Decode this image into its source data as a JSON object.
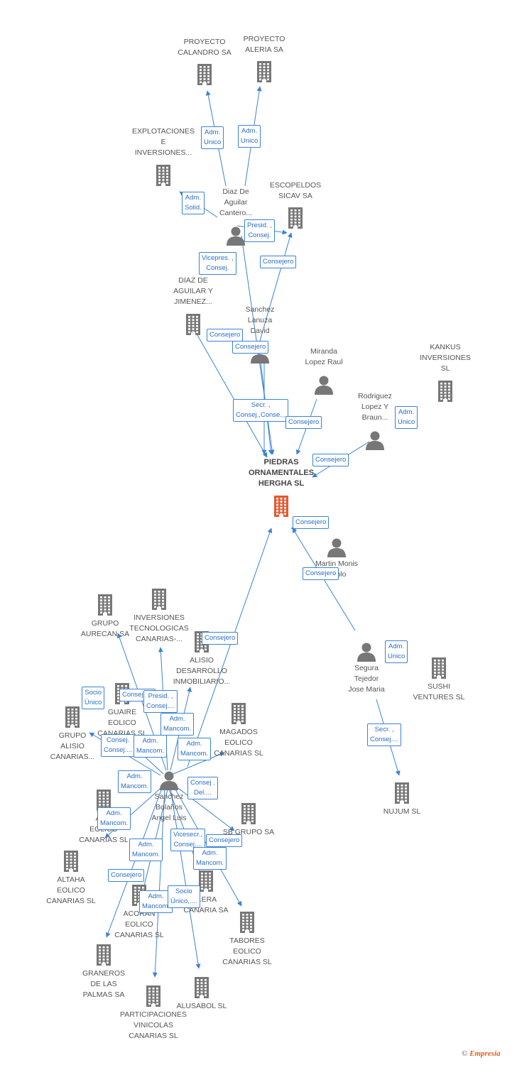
{
  "colors": {
    "building": "#777777",
    "main_building": "#e8582c",
    "person": "#777777",
    "edge": "#3b83d3",
    "tag_text": "#2a6ec2"
  },
  "brand": {
    "copyright": "©",
    "name": "Empresia"
  },
  "companies": [
    {
      "id": "main",
      "lines": [
        "PIEDRAS",
        "ORNAMENTALES",
        "HERGHA SL"
      ],
      "main": true,
      "icon": "building-icon"
    },
    {
      "id": "calandro",
      "lines": [
        "PROYECTO",
        "CALANDRO SA"
      ],
      "icon": "building-icon"
    },
    {
      "id": "aleria",
      "lines": [
        "PROYECTO",
        "ALERIA SA"
      ],
      "icon": "building-icon"
    },
    {
      "id": "explotaciones",
      "lines": [
        "EXPLOTACIONES",
        "E",
        "INVERSIONES..."
      ],
      "icon": "building-icon"
    },
    {
      "id": "escopeldos",
      "lines": [
        "ESCOPELDOS",
        "SICAV SA"
      ],
      "icon": "building-icon"
    },
    {
      "id": "diazjimenez",
      "lines": [
        "DIAZ DE",
        "AGUILAR Y",
        "JIMENEZ..."
      ],
      "icon": "building-icon"
    },
    {
      "id": "kankus",
      "lines": [
        "KANKUS",
        "INVERSIONES",
        "SL"
      ],
      "icon": "building-icon"
    },
    {
      "id": "aurecan",
      "lines": [
        "GRUPO",
        "AURECAN SA"
      ],
      "icon": "building-icon"
    },
    {
      "id": "tecnologicas",
      "lines": [
        "INVERSIONES",
        "TECNOLOGICAS",
        "CANARIAS-..."
      ],
      "icon": "building-icon"
    },
    {
      "id": "alisiodes",
      "lines": [
        "ALISIO",
        "DESARROLLO",
        "INMOBILIARIO..."
      ],
      "icon": "building-icon"
    },
    {
      "id": "guaire",
      "lines": [
        "GUAIRE",
        "EOLICO",
        "CANARIAS SL"
      ],
      "icon": "building-icon"
    },
    {
      "id": "grupoalisio",
      "lines": [
        "GRUPO",
        "ALISIO",
        "CANARIAS..."
      ],
      "icon": "building-icon"
    },
    {
      "id": "magados",
      "lines": [
        "MAGADOS",
        "EOLICO",
        "CANARIAS SL"
      ],
      "icon": "building-icon"
    },
    {
      "id": "abeolico",
      "lines": [
        "AB...",
        "EOLICO",
        "CANARIAS SL"
      ],
      "icon": "building-icon"
    },
    {
      "id": "sbgrupo",
      "lines": [
        "SB GRUPO SA"
      ],
      "icon": "building-icon"
    },
    {
      "id": "altaha",
      "lines": [
        "ALTAHA",
        "EOLICO",
        "CANARIAS SL"
      ],
      "icon": "building-icon"
    },
    {
      "id": "acoran",
      "lines": [
        "ACORAN",
        "EOLICO",
        "CANARIAS SL"
      ],
      "icon": "building-icon"
    },
    {
      "id": "era",
      "lines": [
        "...ERA",
        "CANARIA SA"
      ],
      "icon": "building-icon"
    },
    {
      "id": "tabores",
      "lines": [
        "TABORES",
        "EOLICO",
        "CANARIAS SL"
      ],
      "icon": "building-icon"
    },
    {
      "id": "graneros",
      "lines": [
        "GRANEROS",
        "DE LAS",
        "PALMAS SA"
      ],
      "icon": "building-icon"
    },
    {
      "id": "participaciones",
      "lines": [
        "PARTICIPACIONES",
        "VINICOLAS",
        "CANARIAS SL"
      ],
      "icon": "building-icon"
    },
    {
      "id": "alusabol",
      "lines": [
        "ALUSABOL SL"
      ],
      "icon": "building-icon"
    },
    {
      "id": "sushi",
      "lines": [
        "SUSHI",
        "VENTURES SL"
      ],
      "icon": "building-icon"
    },
    {
      "id": "nujum",
      "lines": [
        "NUJUM SL"
      ],
      "icon": "building-icon"
    }
  ],
  "people": [
    {
      "id": "diazcantero",
      "lines": [
        "Diaz De",
        "Aguilar",
        "Cantero..."
      ],
      "icon": "person-icon"
    },
    {
      "id": "sanchezlanuza",
      "lines": [
        "Sanchez",
        "Lanuza",
        "David"
      ],
      "icon": "person-icon"
    },
    {
      "id": "miranda",
      "lines": [
        "Miranda",
        "Lopez Raul"
      ],
      "icon": "person-icon"
    },
    {
      "id": "rodriguez",
      "lines": [
        "Rodriguez",
        "Lopez Y",
        "Braun..."
      ],
      "icon": "person-icon"
    },
    {
      "id": "martin",
      "lines": [
        "Martin Monis",
        "Pablo"
      ],
      "icon": "person-icon"
    },
    {
      "id": "segura",
      "lines": [
        "Segura",
        "Tejedor",
        "Jose Maria"
      ],
      "icon": "person-icon"
    },
    {
      "id": "sanchezbolanos",
      "lines": [
        "Sanchez",
        "Bolaños",
        "Angel Luis"
      ],
      "icon": "person-icon"
    }
  ],
  "relations": [
    {
      "id": "r1",
      "lines": [
        "Adm.",
        "Unico"
      ]
    },
    {
      "id": "r2",
      "lines": [
        "Adm.",
        "Unico"
      ]
    },
    {
      "id": "r3",
      "lines": [
        "Adm.",
        "Solid."
      ]
    },
    {
      "id": "r4",
      "lines": [
        "Presid. ,",
        "Consej."
      ]
    },
    {
      "id": "r5",
      "lines": [
        "Vicepres. ,",
        "Consej."
      ]
    },
    {
      "id": "r6",
      "lines": [
        "Consejero"
      ]
    },
    {
      "id": "r7",
      "lines": [
        "Consejero"
      ]
    },
    {
      "id": "r8",
      "lines": [
        "Consejero"
      ]
    },
    {
      "id": "r9",
      "lines": [
        "Secr. ,",
        "Consej.,Conse..."
      ]
    },
    {
      "id": "r10",
      "lines": [
        "Consejero"
      ]
    },
    {
      "id": "r11",
      "lines": [
        "Adm.",
        "Unico"
      ]
    },
    {
      "id": "r12",
      "lines": [
        "Consejero"
      ]
    },
    {
      "id": "r13",
      "lines": [
        "Consejero"
      ]
    },
    {
      "id": "r14",
      "lines": [
        "Consejero"
      ]
    },
    {
      "id": "r15",
      "lines": [
        "Adm.",
        "Unico"
      ]
    },
    {
      "id": "r16",
      "lines": [
        "Secr. ,",
        "Consej...."
      ]
    },
    {
      "id": "r17",
      "lines": [
        "Consejero"
      ]
    },
    {
      "id": "r18",
      "lines": [
        "Socio",
        "Único"
      ]
    },
    {
      "id": "r19",
      "lines": [
        "Consejero"
      ]
    },
    {
      "id": "r20",
      "lines": [
        "Presid. ,",
        "Consej...."
      ]
    },
    {
      "id": "r21",
      "lines": [
        "Adm.",
        "Mancom."
      ]
    },
    {
      "id": "r22",
      "lines": [
        "Consej.",
        "Consej...."
      ]
    },
    {
      "id": "r23",
      "lines": [
        "Adm.",
        "Mancom."
      ]
    },
    {
      "id": "r24",
      "lines": [
        "Adm.",
        "Mancom."
      ]
    },
    {
      "id": "r25",
      "lines": [
        "Adm.",
        "Mancom."
      ]
    },
    {
      "id": "r26",
      "lines": [
        "Consej .",
        "Del...."
      ]
    },
    {
      "id": "r27",
      "lines": [
        "Adm.",
        "Mancom."
      ]
    },
    {
      "id": "r28",
      "lines": [
        "Vicesecr.,",
        "Consej...."
      ]
    },
    {
      "id": "r29",
      "lines": [
        "Consejero"
      ]
    },
    {
      "id": "r30",
      "lines": [
        "Adm.",
        "Mancom."
      ]
    },
    {
      "id": "r31",
      "lines": [
        "Adm.",
        "Mancom."
      ]
    },
    {
      "id": "r32",
      "lines": [
        "Consejero"
      ]
    },
    {
      "id": "r33",
      "lines": [
        "Adm.",
        "Mancom."
      ]
    },
    {
      "id": "r34",
      "lines": [
        "Socio",
        "Único,...."
      ]
    }
  ]
}
